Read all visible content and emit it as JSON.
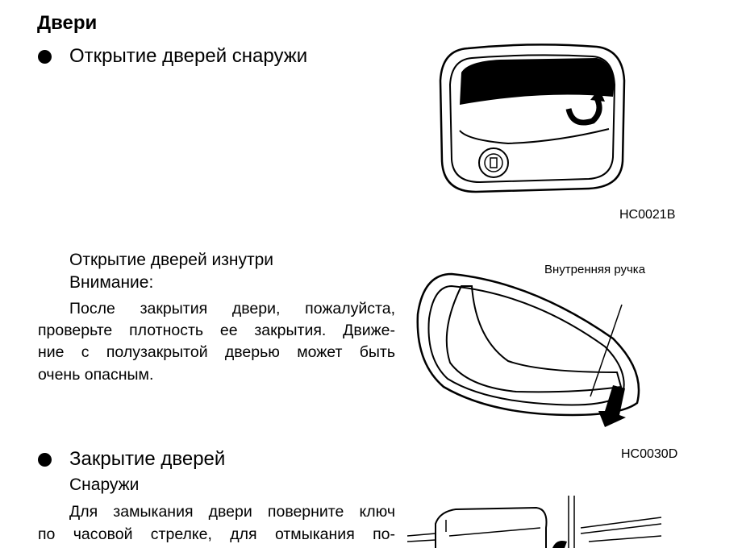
{
  "title": "Двери",
  "section1": {
    "heading": "Открытие дверей снаружи",
    "figure_code": "HC0021B"
  },
  "section2": {
    "heading": "Открытие дверей изнутри",
    "warning_label": "Внимание:",
    "warning_lines": [
      "После закрытия двери, пожалуйста,",
      "проверьте плотность ее закрытия. Движе-",
      "ние с полузакрытой дверью может быть",
      "очень опасным."
    ],
    "figure_label": "Внутренняя ручка",
    "figure_code": "HC0030D"
  },
  "section3": {
    "heading": "Закрытие дверей",
    "subheading": "Снаружи",
    "lines": [
      "Для замыкания двери поверните ключ",
      "по часовой стрелке, для отмыкания по-"
    ]
  }
}
